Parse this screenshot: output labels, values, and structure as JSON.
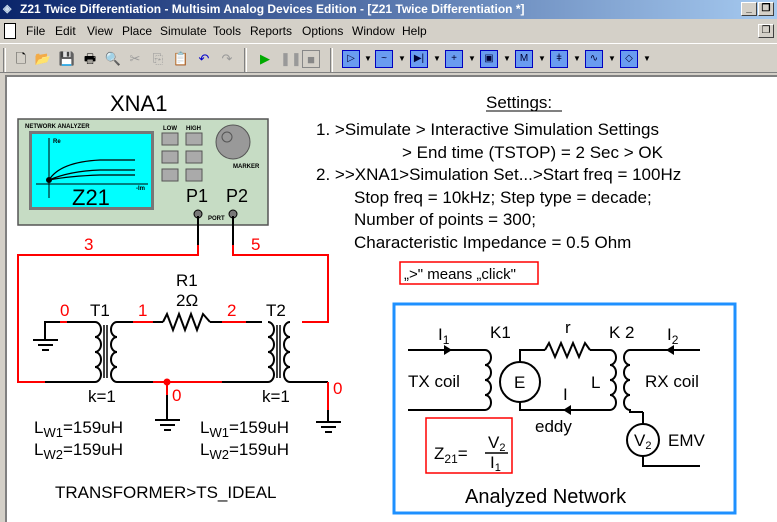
{
  "window": {
    "title": "Z21 Twice Differentiation - Multisim Analog Devices Edition - [Z21 Twice Differentiation *]",
    "minimize": "_",
    "restore": "❐"
  },
  "menu": [
    "File",
    "Edit",
    "View",
    "Place",
    "Simulate",
    "Tools",
    "Reports",
    "Options",
    "Window",
    "Help"
  ],
  "toolbar": {
    "icons": [
      "new-icon",
      "open-icon",
      "save-icon",
      "print-icon",
      "print-preview-icon",
      "cut-icon",
      "copy-icon",
      "paste-icon",
      "undo-icon",
      "redo-icon",
      "run-icon",
      "pause-icon",
      "stop-icon"
    ],
    "component_bins": [
      "analog",
      "basic",
      "diode",
      "transistor",
      "ttl",
      "misc",
      "power",
      "source",
      "indicator"
    ]
  },
  "instrument": {
    "name": "XNA1",
    "panel_title": "NETWORK ANALYZER",
    "screen_label": "Z21",
    "axis_re": "Re",
    "axis_im": "-Im",
    "buttons": [
      "LOW",
      "HIGH"
    ],
    "knob_label": "MARKER",
    "port1": "P1",
    "port2": "P2",
    "port_label": "PORT"
  },
  "circuit": {
    "nodes": {
      "n3": "3",
      "n5": "5",
      "n0a": "0",
      "n1": "1",
      "n2": "2",
      "n0b": "0",
      "n0c": "0"
    },
    "resistor": {
      "name": "R1",
      "value": "2Ω"
    },
    "t1": {
      "name": "T1",
      "k": "k=1",
      "lw1_sub": "W1",
      "lw1": "=159uH",
      "lw2_sub": "W2",
      "lw2": "=159uH",
      "L": "L"
    },
    "t2": {
      "name": "T2",
      "k": "k=1",
      "lw1_sub": "W1",
      "lw1": "=159uH",
      "lw2_sub": "W2",
      "lw2": "=159uH",
      "L": "L"
    },
    "model": "TRANSFORMER>TS_IDEAL"
  },
  "settings": {
    "title": "Settings:",
    "lines": [
      "1. >Simulate > Interactive Simulation Settings",
      "> End time (TSTOP) = 2 Sec > OK",
      "2. >>XNA1>Simulation Set...>Start freq = 100Hz",
      "Stop freq = 10kHz; Step type = decade;",
      "Number of points = 300;",
      "Characteristic Impedance = 0.5 Ohm"
    ],
    "note": "„>\" means „click\""
  },
  "network": {
    "title": "Analyzed Network",
    "i1": "I",
    "i1_sub": "1",
    "i2": "I",
    "i2_sub": "2",
    "k1": "K1",
    "k2": "K 2",
    "r": "r",
    "tx": "TX coil",
    "rx": "RX coil",
    "e": "E",
    "l": "L",
    "i": "I",
    "eddy": "eddy",
    "v2": "V",
    "v2_sub": "2",
    "emv": "EMV",
    "z": "Z",
    "z_sub": "21",
    "eq": "=",
    "num": "V",
    "num_sub": "2",
    "den": "I",
    "den_sub": "1"
  },
  "colors": {
    "wire_red": "#ff0000",
    "screen": "#00ffff",
    "panel": "#c6dcc4",
    "frame_blue": "#1e90ff"
  }
}
